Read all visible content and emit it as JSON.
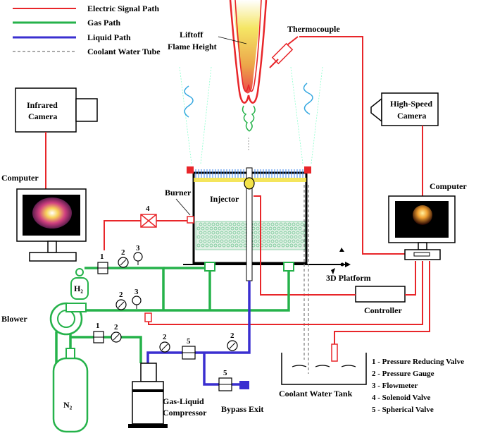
{
  "legend": {
    "electric": "Electric Signal Path",
    "gas": "Gas Path",
    "liquid": "Liquid Path",
    "coolant": "Coolant Water Tube"
  },
  "labels": {
    "flame": "Liftoff\nFlame Height",
    "thermocouple": "Thermocouple",
    "infrared_camera": "Infrared\nCamera",
    "high_speed_camera": "High-Speed\nCamera",
    "computer_left": "Computer",
    "computer_right": "Computer",
    "burner": "Burner",
    "injector": "Injector",
    "platform": "3D Platform",
    "controller": "Controller",
    "blower": "Blower",
    "h2": "H₂",
    "n2": "N₂",
    "compressor": "Gas-Liquid\nCompressor",
    "bypass": "Bypass Exit",
    "coolant_tank": "Coolant Water Tank"
  },
  "component_numbers": {
    "valve4": "4",
    "prv_top": "1",
    "gauge_top": "2",
    "flow_top": "3",
    "gauge_mid": "2",
    "flow_mid": "3",
    "prv_bottom": "1",
    "gauge_bottom": "2",
    "gauge_liq1": "2",
    "sph_valve": "5",
    "gauge_liq2": "2",
    "sph_bypass": "5"
  },
  "key": [
    "1 - Pressure Reducing Valve",
    "2 - Pressure Gauge",
    "3 - Flowmeter",
    "4 - Solenoid Valve",
    "5 - Spherical Valve"
  ],
  "colors": {
    "electric": "#e8262a",
    "gas": "#25b24a",
    "liquid": "#3a2fd0",
    "coolant": "#777777"
  }
}
